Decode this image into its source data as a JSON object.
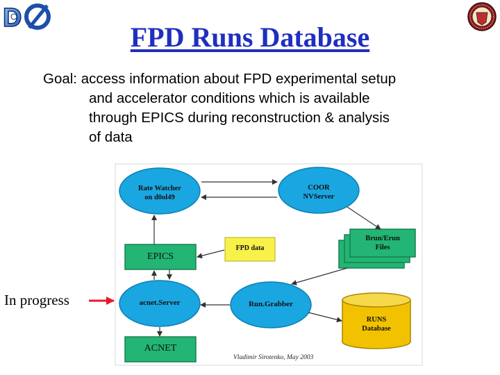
{
  "title": "FPD Runs Database",
  "goal": {
    "line1": "Goal: access information about FPD experimental setup",
    "line2": "and accelerator conditions which is available",
    "line3": "through EPICS during reconstruction & analysis",
    "line4": "of data"
  },
  "diagram": {
    "rate_watcher": {
      "line1": "Rate Watcher",
      "line2": "on d0ol49"
    },
    "coor": {
      "line1": "COOR",
      "line2": "NVServer"
    },
    "brun_files": {
      "line1": "Brun/Erun",
      "line2": "Files"
    },
    "fpd_data": "FPD data",
    "epics": "EPICS",
    "acnet_server": "acnet.Server",
    "run_grabber": "Run.Grabber",
    "runs_db": {
      "line1": "RUNS",
      "line2": "Database"
    },
    "acnet": "ACNET",
    "credit": "Vladimir Sirotenko,  May 2003"
  },
  "annotation": "In progress",
  "colors": {
    "title": "#1f2fbf",
    "ellipse": "#1aa6e0",
    "box_green": "#22b573",
    "note_yellow": "#f7f14a",
    "cylinder": "#f2c200",
    "arrow_red": "#e8182a"
  },
  "icons": {
    "left_logo": "d0-logo",
    "right_logo": "university-seal"
  }
}
